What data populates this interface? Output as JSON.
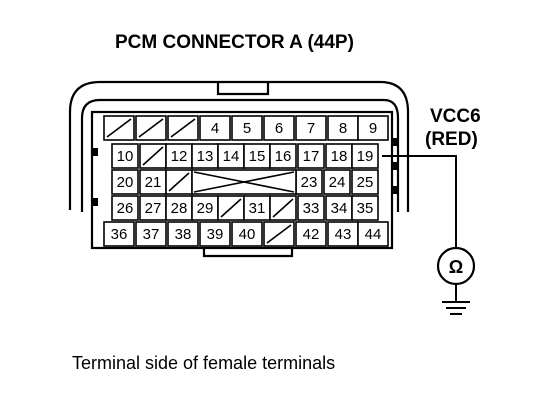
{
  "title": "PCM CONNECTOR A (44P)",
  "wire_label": {
    "name": "VCC6",
    "color": "(RED)"
  },
  "meter_symbol": "Ω",
  "caption": "Terminal side of female terminals",
  "rows": [
    [
      "",
      "",
      "",
      "4",
      "5",
      "6",
      "7",
      "8",
      "9"
    ],
    [
      "10",
      "",
      "12",
      "13",
      "14",
      "15",
      "16",
      "17",
      "18",
      "19"
    ],
    [
      "20",
      "21",
      "",
      "23",
      "24",
      "25"
    ],
    [
      "26",
      "27",
      "28",
      "29",
      "",
      "31",
      "",
      "33",
      "34",
      "35"
    ],
    [
      "36",
      "37",
      "38",
      "39",
      "40",
      "",
      "42",
      "43",
      "44"
    ]
  ],
  "highlighted_terminal": "19"
}
